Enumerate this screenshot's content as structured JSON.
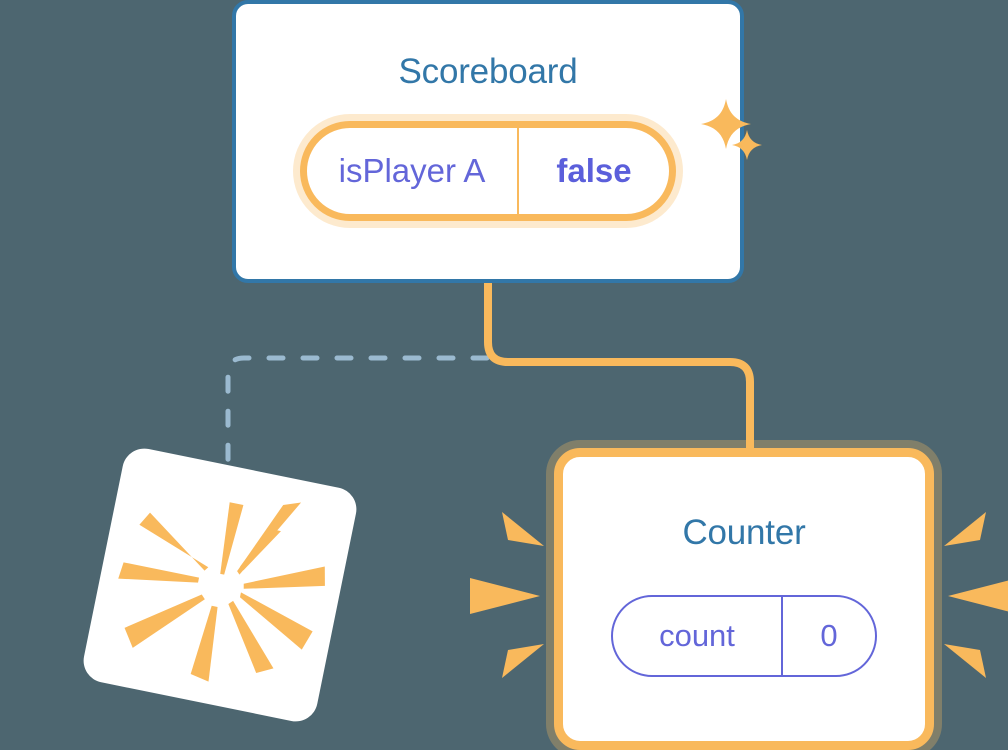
{
  "theme": {
    "background": "#4d6670",
    "card_surface": "#ffffff",
    "accent_blue": "#3277a8",
    "accent_orange": "#f9b95c",
    "accent_orange_glow": "#fbe0b4",
    "accent_purple": "#6366d9",
    "dashed_line": "#9bbad0"
  },
  "nodes": {
    "scoreboard": {
      "title": "Scoreboard",
      "state": {
        "key": "isPlayer A",
        "value": "false",
        "highlighted": true
      },
      "sparkle_icons": [
        "sparkle-large-icon",
        "sparkle-small-icon"
      ]
    },
    "counter": {
      "title": "Counter",
      "state": {
        "key": "count",
        "value": "0",
        "highlighted": false
      },
      "highlighted": true,
      "burst_rays": 6
    },
    "blank_card": {
      "title": "",
      "rotation_degrees": 11.5,
      "burst_rays": 10
    }
  },
  "connectors": [
    {
      "name": "scoreboard-to-counter",
      "style": "solid",
      "color": "#f9b95c",
      "from": "scoreboard",
      "to": "counter"
    },
    {
      "name": "scoreboard-to-blank-card",
      "style": "dashed",
      "color": "#9bbad0",
      "from": "scoreboard",
      "to": "blank_card"
    }
  ]
}
